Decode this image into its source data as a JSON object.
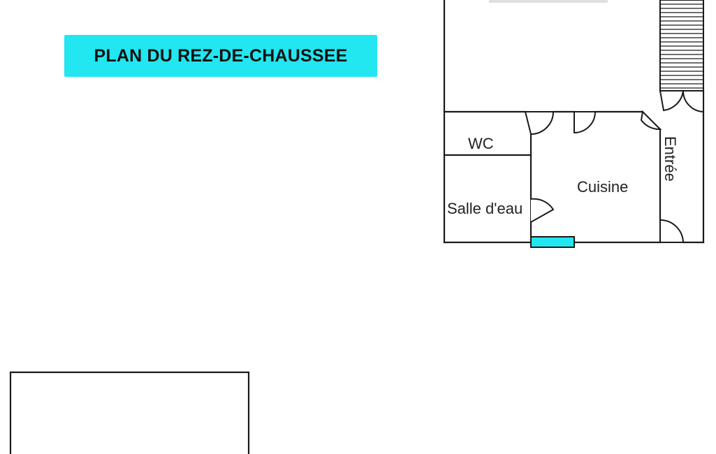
{
  "title": "PLAN DU REZ-DE-CHAUSSEE",
  "rooms": {
    "wc": "WC",
    "salle_deau": "Salle d'eau",
    "cuisine": "Cuisine",
    "entree": "Entrée"
  },
  "colors": {
    "title_background": "#22e6f0",
    "window_fill": "#22e6f0",
    "walls": "#1a1a1a"
  }
}
